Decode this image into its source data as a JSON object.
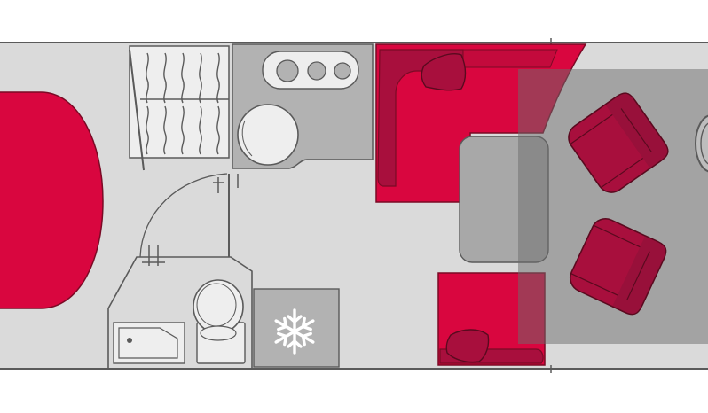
{
  "floorplan": {
    "colors": {
      "background": "#ffffff",
      "floor": "#dadada",
      "wall_line": "#5a5a5a",
      "fixture_fill": "#b2b2b2",
      "fixture_light": "#eeeeee",
      "red": "#d9063f",
      "dark_red": "#a80f3d",
      "cab_overlay": "#6c6c6c",
      "table_fill": "#a8a8a8"
    },
    "zones": [
      {
        "name": "bed",
        "kind": "fixed bed"
      },
      {
        "name": "wardrobe",
        "kind": "hanging rail"
      },
      {
        "name": "kitchen",
        "kind": "hob, sink"
      },
      {
        "name": "bathroom",
        "kind": "toilet, shower"
      },
      {
        "name": "fridge",
        "icon": "snowflake-icon"
      },
      {
        "name": "dinette",
        "kind": "L-bench, table"
      },
      {
        "name": "cab",
        "kind": "swivel seats"
      }
    ]
  }
}
